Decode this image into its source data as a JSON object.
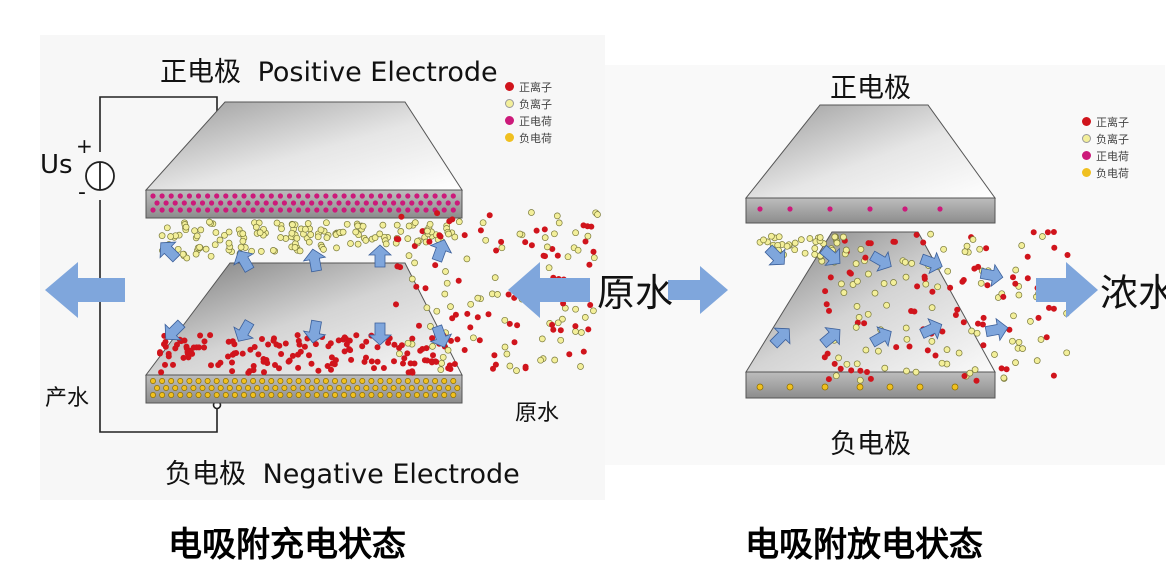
{
  "charging": {
    "top_electrode_cn": "正电极",
    "top_electrode_en": "Positive Electrode",
    "bottom_electrode_cn": "负电极",
    "bottom_electrode_en": "Negative Electrode",
    "voltage_label": "Us",
    "plus_sign": "+",
    "minus_sign": "-",
    "product_water": "产水",
    "raw_water_right": "原水",
    "caption": "电吸附充电状态"
  },
  "center_label": "原水",
  "discharging": {
    "top_electrode": "正电极",
    "bottom_electrode": "负电极",
    "concentrate": "浓水",
    "caption": "电吸附放电状态"
  },
  "legend": {
    "items": [
      {
        "label": "正离子",
        "color": "#d0141c"
      },
      {
        "label": "负离子",
        "color": "#f3ef9a"
      },
      {
        "label": "正电荷",
        "color": "#cc1a7a"
      },
      {
        "label": "负电荷",
        "color": "#f0c020"
      }
    ]
  },
  "colors": {
    "arrow": "#7fa6dc",
    "plate_light": "#f2f2f2",
    "plate_dark": "#3a3a3a",
    "positive_ion": "#d0141c",
    "negative_ion": "#f3ef9a",
    "positive_charge": "#cc1a7a",
    "negative_charge": "#f0c020"
  }
}
